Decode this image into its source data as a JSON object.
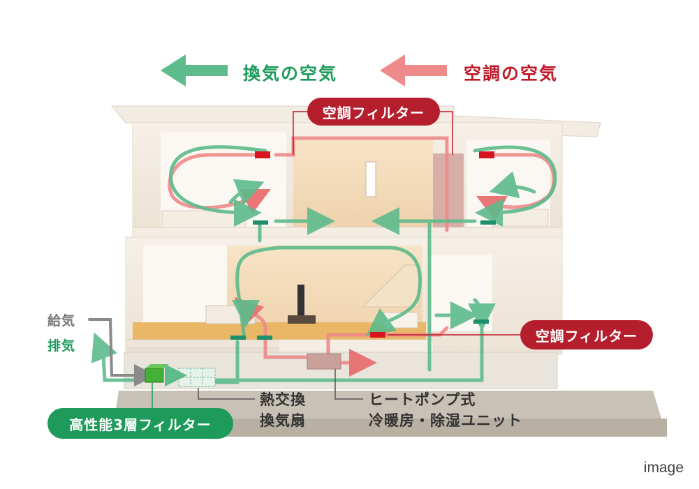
{
  "legend": {
    "ventilation_label": "換気の空気",
    "aircon_label": "空調の空気"
  },
  "labels": {
    "aircon_filter_top": "空調フィルター",
    "aircon_filter_right": "空調フィルター",
    "supply_air": "給気",
    "exhaust_air": "排気",
    "high_perf_filter": "高性能3層フィルター",
    "heat_exchange_line1": "熱交換",
    "heat_exchange_line2": "換気扇",
    "heatpump_line1": "ヒートポンプ式",
    "heatpump_line2": "冷暖房・除湿ユニット",
    "caption": "image"
  },
  "colors": {
    "ventilation_green": "#5dbb8c",
    "aircon_red": "#ef8a8a",
    "filter_pill_red": "#b51f2d",
    "filter_pill_green": "#1e9a5a",
    "supply_gray": "#8a8a8a",
    "unit_brown": "#c9a19a"
  }
}
